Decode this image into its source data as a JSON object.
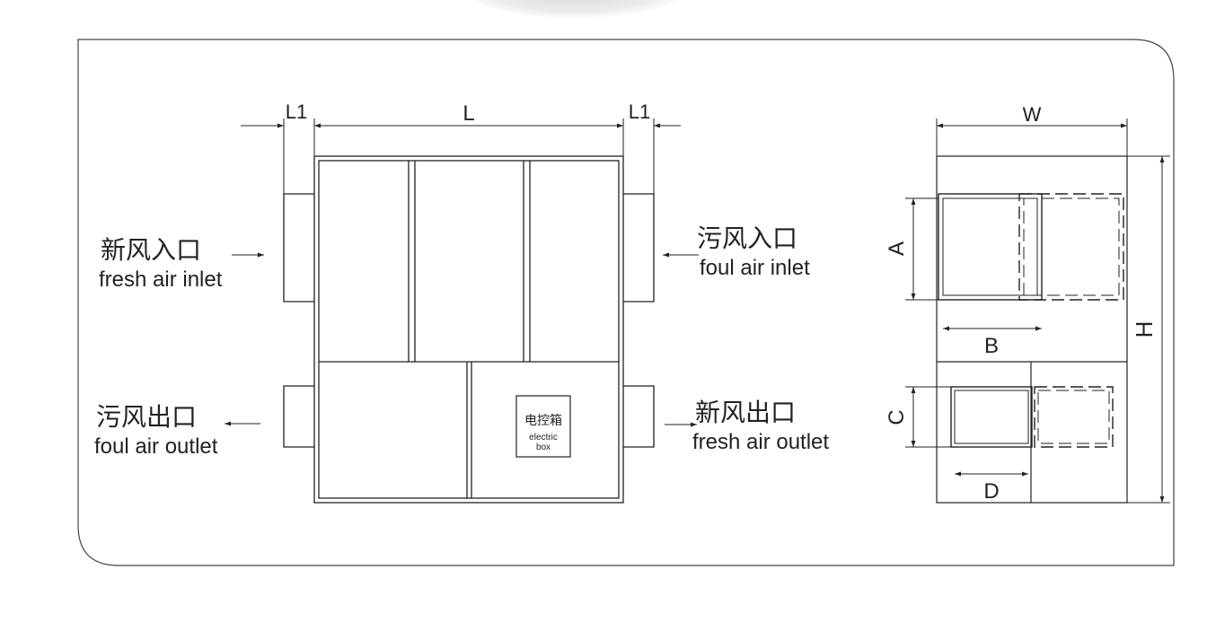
{
  "dimensions": {
    "L1_left": "L1",
    "L": "L",
    "L1_right": "L1",
    "W": "W",
    "H": "H",
    "A": "A",
    "B": "B",
    "C": "C",
    "D": "D"
  },
  "ports": {
    "fresh_air_inlet": {
      "zh": "新风入口",
      "en": "fresh air inlet"
    },
    "foul_air_outlet": {
      "zh": "污风出口",
      "en": "foul air outlet"
    },
    "foul_air_inlet": {
      "zh": "污风入口",
      "en": "foul air inlet"
    },
    "fresh_air_outlet": {
      "zh": "新风出口",
      "en": "fresh air outlet"
    }
  },
  "electric_box": {
    "zh": "电控箱",
    "en_line1": "electric",
    "en_line2": "box"
  }
}
